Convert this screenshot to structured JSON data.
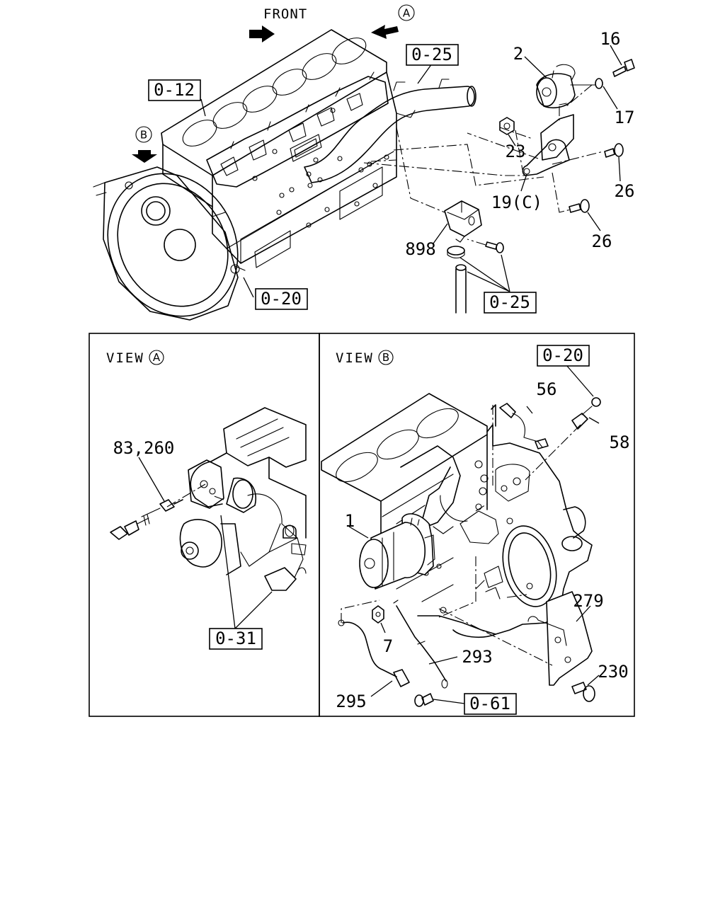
{
  "top_view": {
    "front_label": "FRONT",
    "view_a_marker": "A",
    "view_b_marker": "B",
    "refs": {
      "r_0_12": "0-12",
      "r_0_25_top": "0-25",
      "r_0_20": "0-20",
      "r_0_25_bottom": "0-25"
    },
    "callouts": {
      "c2": "2",
      "c16": "16",
      "c17": "17",
      "c23": "23",
      "c19c": "19(C)",
      "c26a": "26",
      "c26b": "26",
      "c898": "898"
    }
  },
  "view_a": {
    "title": "VIEW",
    "marker": "A",
    "callouts": {
      "c83_260": "83,260"
    },
    "refs": {
      "r_0_31": "0-31"
    }
  },
  "view_b": {
    "title": "VIEW",
    "marker": "B",
    "callouts": {
      "c56": "56",
      "c58": "58",
      "c1": "1",
      "c279": "279",
      "c7": "7",
      "c293": "293",
      "c230": "230",
      "c295": "295"
    },
    "refs": {
      "r_0_20": "0-20",
      "r_0_61": "0-61"
    }
  }
}
